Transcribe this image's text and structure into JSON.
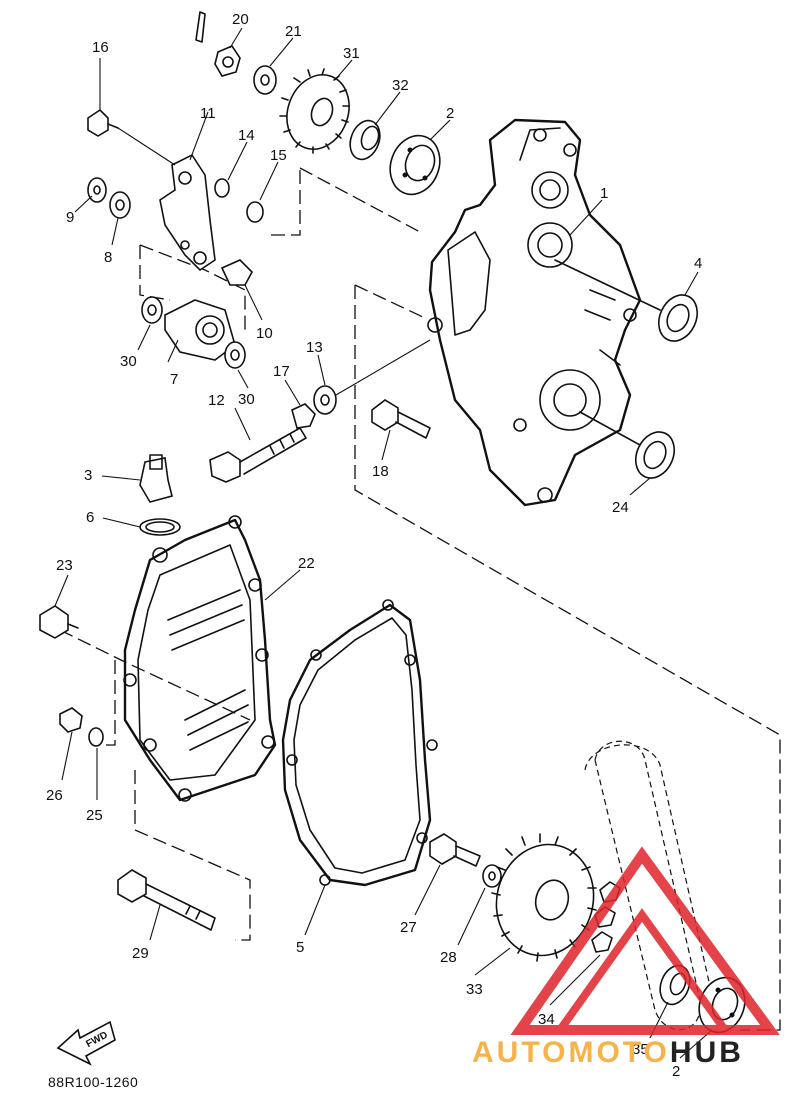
{
  "diagram": {
    "part_number_code": "88R100-1260",
    "fwd_label": "FWD",
    "watermark": {
      "prefix": "AUTOMOTO",
      "suffix": "HUB",
      "prefix_color": "#f6b34a",
      "suffix_color": "#222222",
      "logo_color": "#e0242a"
    },
    "callouts": [
      "1",
      "2",
      "2",
      "3",
      "4",
      "5",
      "6",
      "7",
      "8",
      "9",
      "10",
      "11",
      "12",
      "13",
      "14",
      "15",
      "16",
      "17",
      "18",
      "20",
      "21",
      "22",
      "23",
      "24",
      "25",
      "26",
      "27",
      "28",
      "29",
      "30",
      "30",
      "31",
      "32",
      "33",
      "34",
      "35"
    ]
  }
}
